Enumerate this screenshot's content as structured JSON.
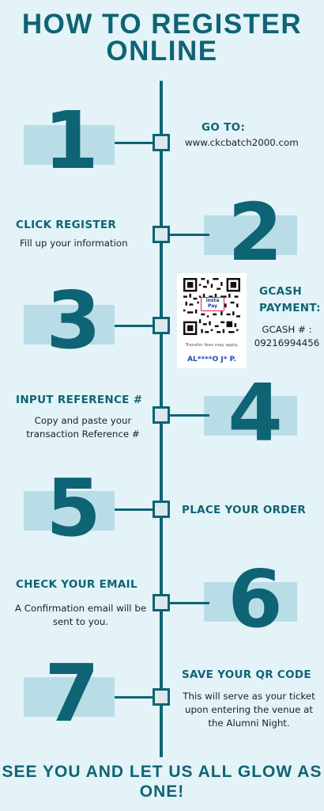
{
  "title": "HOW TO REGISTER ONLINE",
  "footer": "SEE YOU AND LET US ALL GLOW AS ONE!",
  "steps": [
    {
      "number": "1",
      "heading": "GO TO:",
      "text": "www.ckcbatch2000.com"
    },
    {
      "number": "2",
      "heading": "CLICK REGISTER",
      "text": "Fill up your information"
    },
    {
      "number": "3",
      "heading": "GCASH PAYMENT:",
      "text": "GCASH # : 09216994456"
    },
    {
      "number": "4",
      "heading": "INPUT REFERENCE #",
      "text": "Copy and paste your transaction Reference #"
    },
    {
      "number": "5",
      "heading": "PLACE YOUR ORDER",
      "text": ""
    },
    {
      "number": "6",
      "heading": "CHECK YOUR EMAIL",
      "text": "A Confirmation email will be sent to you."
    },
    {
      "number": "7",
      "heading": "SAVE YOUR QR CODE",
      "text": "This will serve as your ticket upon entering the venue at the Alumni Night."
    }
  ],
  "qr_card": {
    "brand_line1": "insta",
    "brand_line2": "Pay",
    "fee_note": "Transfer fees may apply.",
    "account_name": "AL****O J* P."
  },
  "colors": {
    "primary": "#0e6474",
    "background": "#e3f3f8",
    "shadow": "#b9dde7",
    "node_fill": "#dce8ec"
  }
}
